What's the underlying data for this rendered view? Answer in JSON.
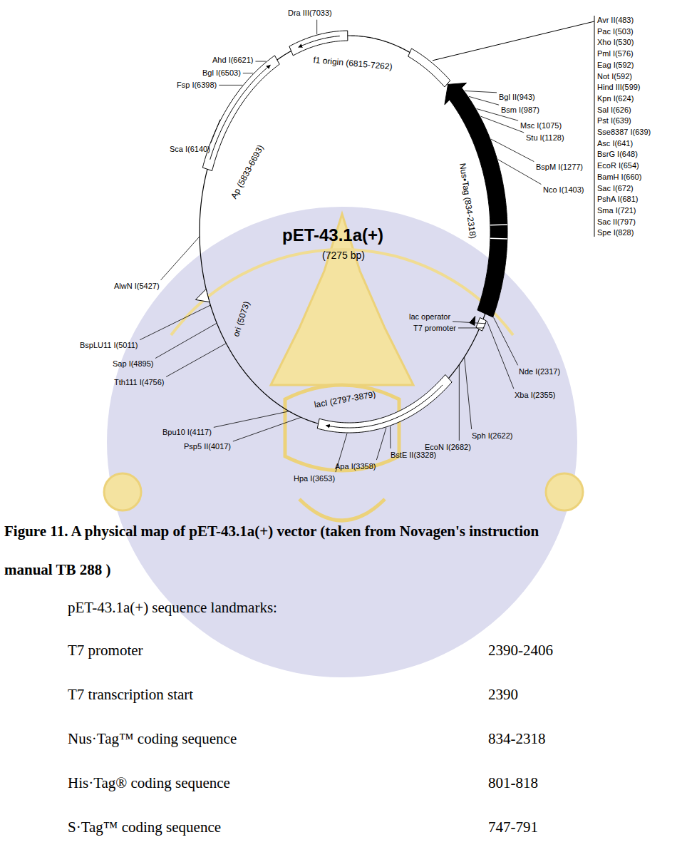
{
  "diagram": {
    "caption": "Figure 11. A physical map of pET-43.1a(+) vector (taken from Novagen's instruction manual TB 288 )",
    "labels": [
      "Dra III(7033)",
      "f1 origin (6815-7262)",
      "Ahd I(6621)",
      "Bgl I(6503)",
      "Fsp I(6398)",
      "Sca I(6140)",
      "Ap (5833-6693)",
      "AlwN I(5427)",
      "ori (5073)",
      "BspLU11 I(5011)",
      "Sap I(4895)",
      "Tth111 I(4756)",
      "pET-43.1a(+)",
      "(7275 bp)",
      "Bpu10 I(4117)",
      "Psp5 II(4017)",
      "Hpa I(3653)",
      "lacI (2797-3879)",
      "BstE II(3328)",
      "Apa I(3358)",
      "Sph I(2622)",
      "EcoN I(2682)",
      "lac operator",
      "T7 promoter",
      "Nde I(2317)",
      "Xba I(2355)",
      "Nus•Tag (834-2318)",
      "Bgl II(943)",
      "Bsm I(987)",
      "Msc I(1075)",
      "Stu I(1128)",
      "BspM I(1277)",
      "Nco I(1403)",
      "Avr II(483)",
      "Pac I(503)",
      "Xho I(530)",
      "Pml I(576)",
      "Eag I(592)",
      "Not I(592)",
      "Hind III(599)",
      "Kpn I(624)",
      "Sal I(626)",
      "Pst I(639)",
      "Sse8387 I(639)",
      "Asc I(641)",
      "BsrG I(648)",
      "EcoR I(654)",
      "BamH I(660)",
      "Sac I(672)",
      "PshA I(681)",
      "Sma I(721)",
      "Sac II(797)",
      "Spe I(828)",
      "pET-43.1a(+) sequence landmarks:",
      "T7 promoter",
      "2390-2406",
      "T7 transcription start",
      "2390",
      "Nus·Tag™ coding sequence",
      "834-2318",
      "His·Tag® coding sequence",
      "801-818",
      "S·Tag™ coding sequence",
      "747-791"
    ]
  }
}
